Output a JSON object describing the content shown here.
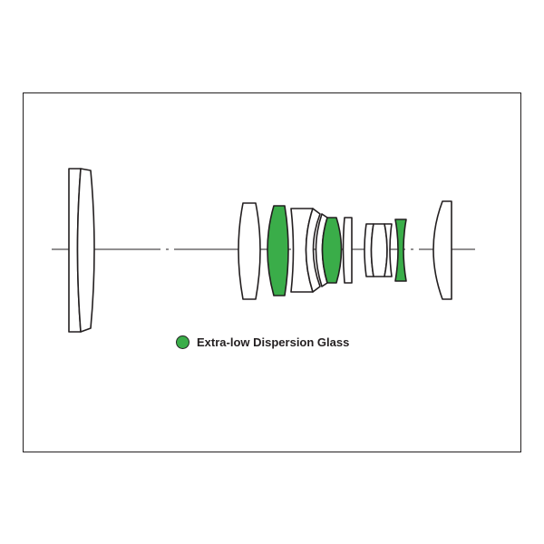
{
  "colors": {
    "ed_glass": "#3aad49",
    "outline": "#231f20",
    "frame": "#231f20",
    "background": "#ffffff"
  },
  "legend": {
    "label": "Extra-low Dispersion Glass",
    "swatch_color": "#3aad49"
  },
  "elements": [
    {
      "id": "front-doublet",
      "ed": false
    },
    {
      "id": "element-2",
      "ed": false
    },
    {
      "id": "element-3",
      "ed": true
    },
    {
      "id": "element-4",
      "ed": false
    },
    {
      "id": "element-5",
      "ed": false
    },
    {
      "id": "element-6",
      "ed": true
    },
    {
      "id": "element-7",
      "ed": false
    },
    {
      "id": "element-8",
      "ed": false
    },
    {
      "id": "element-9",
      "ed": false
    },
    {
      "id": "element-10",
      "ed": true
    },
    {
      "id": "element-11",
      "ed": false
    }
  ]
}
